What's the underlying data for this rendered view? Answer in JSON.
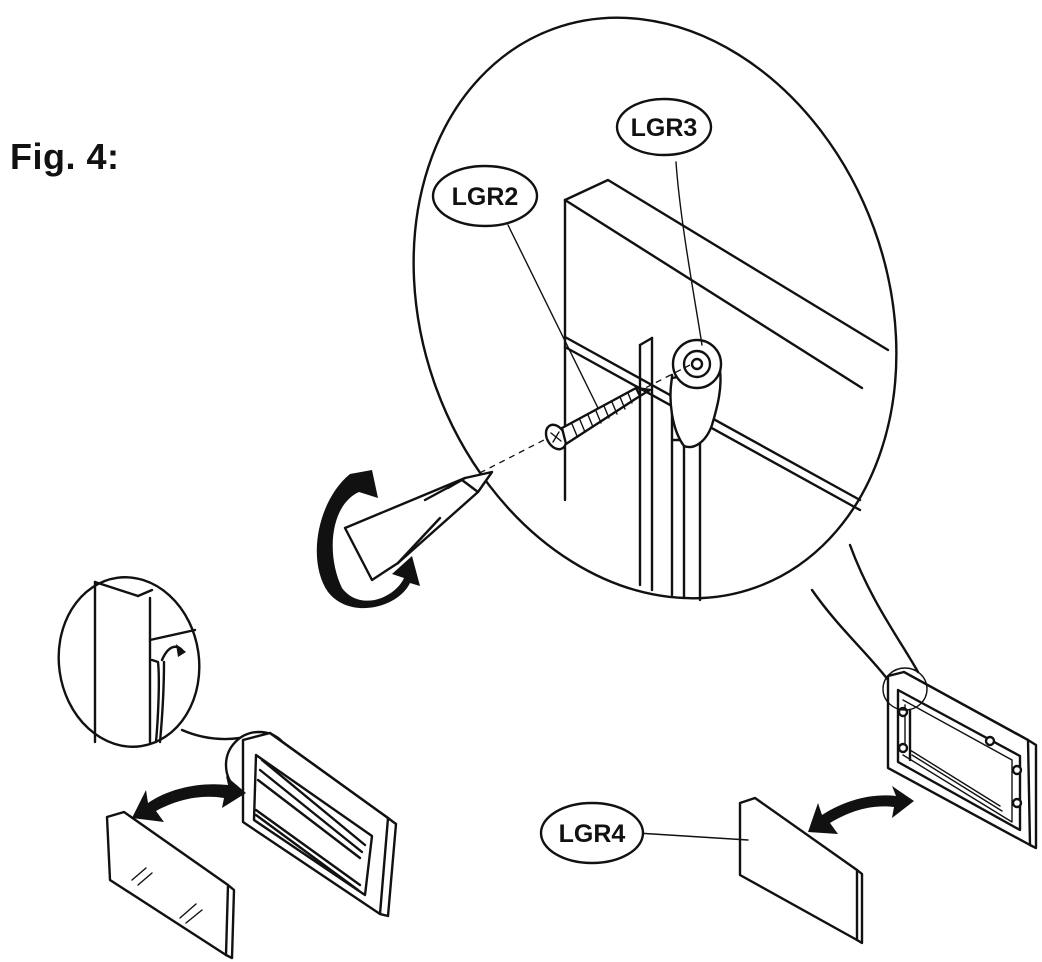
{
  "figure": {
    "title": "Fig. 4:"
  },
  "callouts": {
    "lgr2": "LGR2",
    "lgr3": "LGR3",
    "lgr4": "LGR4"
  },
  "icons": {
    "rotation": "rotate-arrow-icon",
    "swap_left": "curved-double-arrow-icon",
    "swap_right": "curved-double-arrow-icon"
  },
  "colors": {
    "ink": "#111111",
    "paper": "#ffffff"
  }
}
